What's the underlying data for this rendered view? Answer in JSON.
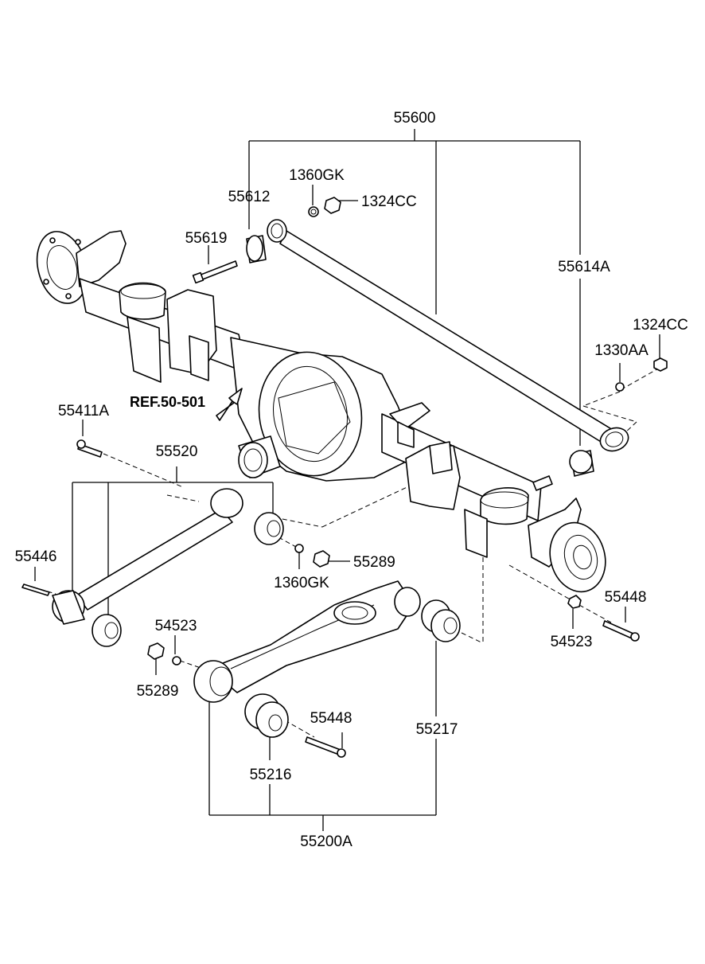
{
  "labels": {
    "p55600": "55600",
    "p1360GK_top": "1360GK",
    "p55612": "55612",
    "p1324CC_top": "1324CC",
    "p55619": "55619",
    "p55614A": "55614A",
    "p1324CC_right": "1324CC",
    "p1330AA": "1330AA",
    "ref": "REF.50-501",
    "p55411A": "55411A",
    "p55520": "55520",
    "p55446": "55446",
    "p55289_mid": "55289",
    "p1360GK_mid": "1360GK",
    "p55448_right": "55448",
    "p54523_right": "54523",
    "p54523_left": "54523",
    "p55289_left": "55289",
    "p55448_bottom": "55448",
    "p55217": "55217",
    "p55216": "55216",
    "p55200A": "55200A"
  }
}
